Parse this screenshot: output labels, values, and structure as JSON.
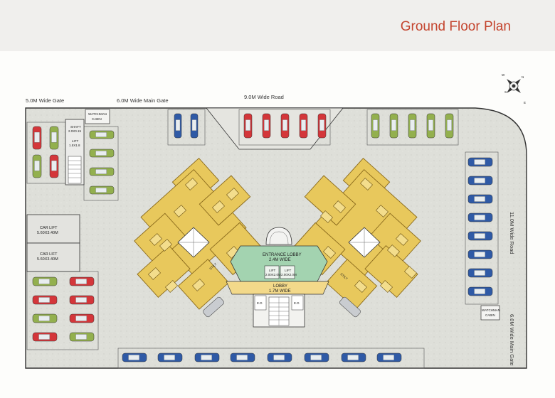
{
  "page": {
    "title": "Ground Floor Plan"
  },
  "labels": {
    "gate_left": "5.0M Wide Gate",
    "gate_main_top": "6.0M Wide Main Gate",
    "road_top": "9.0M Wide Road",
    "road_right": "11.0M Wide Road",
    "gate_main_right": "6.0M Wide Main Gate"
  },
  "rooms": {
    "watchman_top_1": "WATCHMAN",
    "watchman_top_2": "CABIN",
    "watchman_right_1": "WATCHMAN",
    "watchman_right_2": "CABIN",
    "shaft_1": "SHAFT",
    "shaft_2": "2.0X0.15",
    "lift_small_1": "LIFT",
    "lift_small_2": "1.5X1.8",
    "car_lift_1_a": "CAR  LIFT",
    "car_lift_1_b": "5.60X3.40M",
    "car_lift_2_a": "CAR  LIFT",
    "car_lift_2_b": "5.60X3.40M",
    "entrance_lobby_a": "ENTRANCE LOBBY",
    "entrance_lobby_b": "2.4M WIDE",
    "lift_a_1": "LIFT",
    "lift_a_2": "2.00X2.0M",
    "lift_b_1": "LIFT",
    "lift_b_2": "2.00X2.0M",
    "lobby_a": "LOBBY",
    "lobby_b": "1.7M WIDE",
    "ed_left": "E.D",
    "ed_right": "E.D",
    "stilt_left": "STILT",
    "stilt_right": "STILT"
  },
  "compass": {
    "letters": [
      "N",
      "E",
      "S",
      "W"
    ]
  },
  "colors": {
    "title": "#c4452f",
    "ground": "#dfdfd9",
    "stilt": "#e8c85c",
    "lobby": "#9fcfae",
    "car_red": "#d4363a",
    "car_blue": "#2f5aa6",
    "car_green": "#93b04e"
  }
}
